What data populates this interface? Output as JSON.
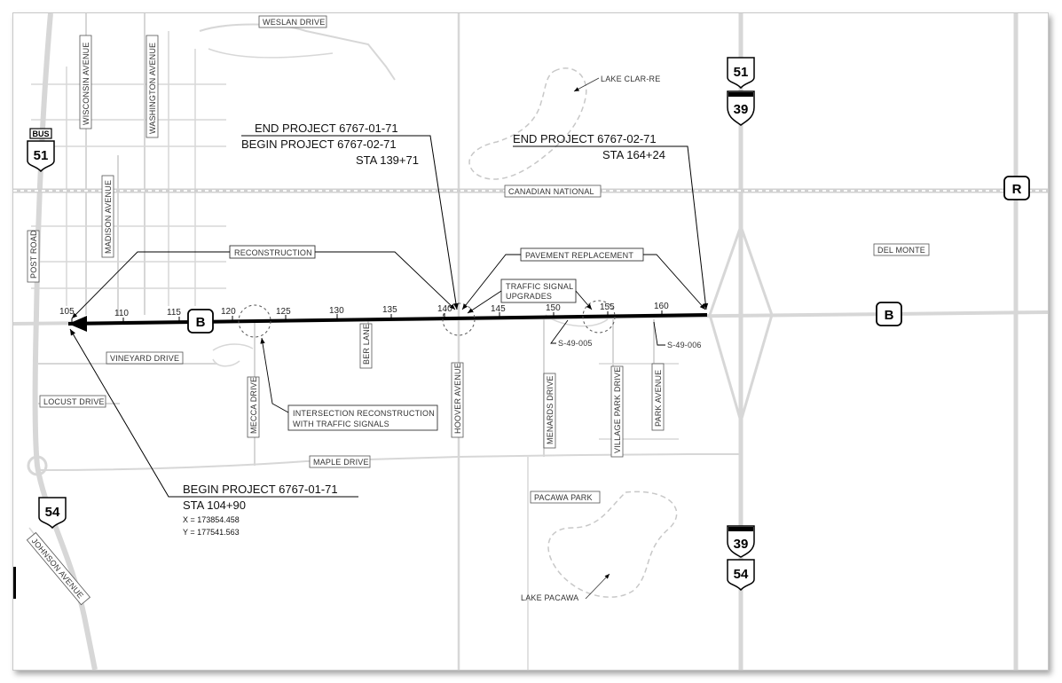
{
  "map": {
    "highways": {
      "us51_bus_tag": "BUS",
      "us51_left": "51",
      "us51_right": "51",
      "i39_top": "39",
      "i39_bottom": "39",
      "us54_bottom_right": "54",
      "us54_left": "54",
      "county_r": "R",
      "county_b_left": "B",
      "county_b_right": "B"
    },
    "streets": {
      "weslan": "WESLAN DRIVE",
      "wisconsin": "WISCONSIN AVENUE",
      "washington": "WASHINGTON AVENUE",
      "madison": "MADISON AVENUE",
      "post": "POST ROAD",
      "vineyard": "VINEYARD DRIVE",
      "locust": "LOCUST DRIVE",
      "johnson": "JOHNSON AVENUE",
      "mecca": "MECCA DRIVE",
      "ber": "BER LANE",
      "hoover": "HOOVER AVENUE",
      "menards": "MENARDS DRIVE",
      "village_park": "VILLAGE PARK DRIVE",
      "park": "PARK AVENUE",
      "maple": "MAPLE DRIVE",
      "canadian_national": "CANADIAN NATIONAL",
      "del_monte": "DEL MONTE",
      "pacawa_park": "PACAWA PARK",
      "lake_clarre": "LAKE CLAR-RE",
      "lake_pacawa": "LAKE PACAWA"
    },
    "stations": [
      "105",
      "110",
      "115",
      "120",
      "125",
      "130",
      "135",
      "140",
      "145",
      "150",
      "155",
      "160"
    ],
    "work_labels": {
      "reconstruction": "RECONSTRUCTION",
      "pavement_replacement": "PAVEMENT REPLACEMENT",
      "traffic_signal_1": "TRAFFIC SIGNAL",
      "traffic_signal_2": "UPGRADES",
      "intersection_1": "INTERSECTION RECONSTRUCTION",
      "intersection_2": "WITH TRAFFIC SIGNALS",
      "structure_1": "S-49-005",
      "structure_2": "S-49-006"
    },
    "callouts": {
      "end_01_line1": "END PROJECT 6767-01-71",
      "end_01_line2": "BEGIN PROJECT 6767-02-71",
      "end_01_line3": "STA 139+71",
      "end_02_line1": "END PROJECT 6767-02-71",
      "end_02_line2": "STA 164+24",
      "begin_01_line1": "BEGIN PROJECT 6767-01-71",
      "begin_01_line2": "STA 104+90",
      "begin_01_x": "X = 173854.458",
      "begin_01_y": "Y = 177541.563"
    }
  }
}
